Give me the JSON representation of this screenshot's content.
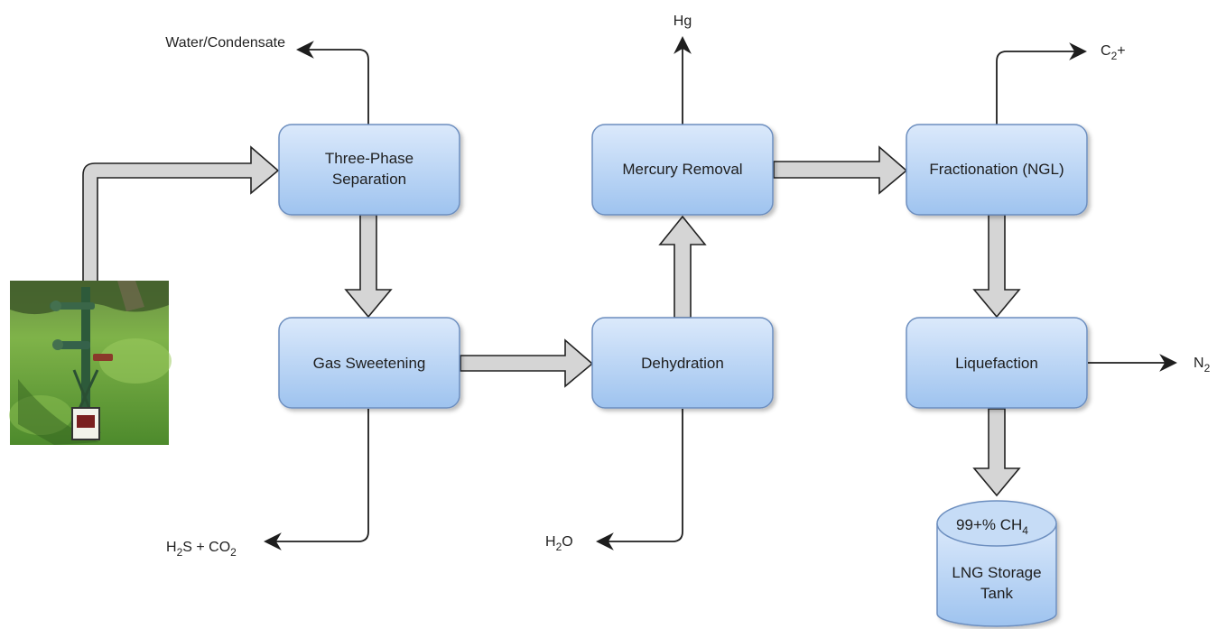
{
  "diagram": {
    "source": {
      "name": "wellhead-photo",
      "description_icon": "wellhead-icon"
    },
    "process_steps": {
      "three_phase": {
        "line1": "Three-Phase",
        "line2": "Separation"
      },
      "sweetening": "Gas Sweetening",
      "dehydration": "Dehydration",
      "mercury": "Mercury Removal",
      "fractionation": "Fractionation (NGL)",
      "liquefaction": "Liquefaction"
    },
    "storage_tank": {
      "top_main": "99+% CH",
      "top_sub": "4",
      "line1": "LNG Storage",
      "line2": "Tank"
    },
    "outputs": {
      "water": "Water/Condensate",
      "acid_gas": {
        "a": "H",
        "a_sub": "2",
        "b": "S + CO",
        "b_sub": "2"
      },
      "water_h2o": {
        "a": "H",
        "a_sub": "2",
        "b": "O"
      },
      "mercury": "Hg",
      "ngl": {
        "a": "C",
        "a_sub": "2",
        "b": "+"
      },
      "nitrogen": {
        "a": "N",
        "a_sub": "2"
      }
    },
    "colors": {
      "box_top": "#dbe9fb",
      "box_bottom": "#9ec3ef",
      "box_stroke": "#6c8ebf",
      "flow_arrow_fill": "#d5d5d5",
      "flow_arrow_stroke": "#222222",
      "line": "#1e1e1e",
      "grass": "#5f9f3a"
    }
  }
}
